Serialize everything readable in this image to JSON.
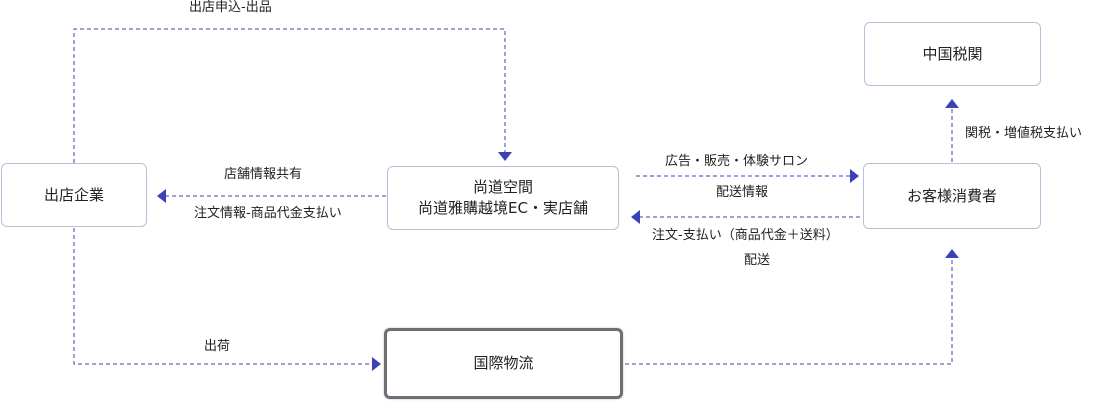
{
  "nodes": {
    "merchant": "出店企業",
    "platform_line1": "尚道空間",
    "platform_line2": "尚道雅購越境EC・実店舗",
    "customs": "中国税関",
    "consumer": "お客様消費者",
    "logistics": "国際物流"
  },
  "edge_labels": {
    "apply_listing": "出店申込-出品",
    "store_info_share": "店舗情報共有",
    "order_info_payment": "注文情報-商品代金支払い",
    "ads_sales_experience": "広告・販売・体験サロン",
    "shipping_info": "配送情報",
    "order_payment": "注文-支払い（商品代金＋送料）",
    "delivery": "配送",
    "shipment": "出荷",
    "duties_taxes": "関税・増値税支払い"
  },
  "colors": {
    "connector": "#3d41b8",
    "node_border": "#b9bfd6",
    "logistics_border": "#6e6e74"
  }
}
